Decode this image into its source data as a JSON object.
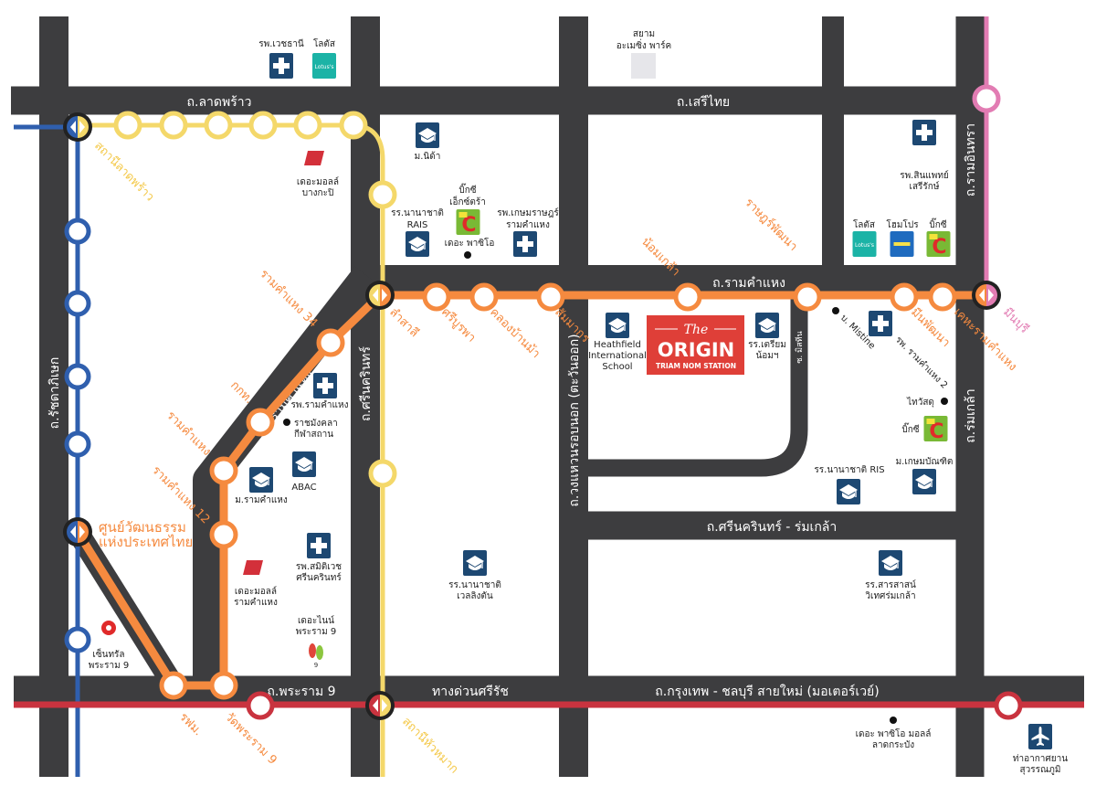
{
  "colors": {
    "road": "#3d3d3f",
    "blue_line": "#2f5fae",
    "yellow_line": "#f4d86a",
    "orange_line": "#f58a3f",
    "pink_line": "#e27cb3",
    "red_line": "#c9333f",
    "icon": "#1d4872",
    "origin": "#df3f38"
  },
  "roads": {
    "ladprao": "ถ.ลาดพร้าว",
    "serithai": "ถ.เสรีไทย",
    "ramkhamhaeng": "ถ.รามคำแหง",
    "ramkhamhaeng_diag": "ถ.รามคำแหง",
    "srinakarin_romklao": "ถ.ศรีนครินทร์ - ร่มเกล้า",
    "motorway": "ถ.กรุงเทพ - ชลบุรี สายใหม่ (มอเตอร์เวย์)",
    "sirat": "ทางด่วนศรีรัช",
    "rama9": "ถ.พระราม 9",
    "ratchadaphisek": "ถ.รัชดาภิเษก",
    "srinakarin": "ถ.ศรีนครินทร์",
    "outer_ring": "ถ.วงแหวนรอบนอก (ตะวันออก)",
    "ramintra": "ถ.รามอินทรา",
    "romklao": "ถ.ร่มเกล้า",
    "soi_mistine": "ซ. มิสทีน"
  },
  "stations": {
    "ladprao": "สถานีลาดพร้าว",
    "lamsali": "ลำสาลี",
    "sriburapha": "ศรีบูรพา",
    "khlongbanma": "คลองบ้านม้า",
    "sammakorn": "สัมมากร",
    "nomklao": "น้อมเกล้า",
    "ratpattana": "ราษฎร์พัฒนา",
    "minpattana": "มีนพัฒนา",
    "kheha": "เคหะรามคำแหง",
    "minburi": "มีนบุรี",
    "rk34": "รามคำแหง 34",
    "kkt": "กกท.",
    "rk": "รามคำแหง",
    "rk12": "รามคำแหง 12",
    "culture1": "ศูนย์วัฒนธรรม",
    "culture2": "แห่งประเทศไทย",
    "mrta": "รฟม.",
    "watrama9": "วัดพระราม 9",
    "huamak": "สถานีหัวหมาก"
  },
  "pois": {
    "vejthani": "รพ.เวชธานี",
    "lotus1": "โลตัส",
    "siam1": "สยาม",
    "siam2": "อะเมซิ่ง พาร์ค",
    "mall_bk1": "เดอะมอลล์",
    "mall_bk2": "บางกะปิ",
    "nida": "ม.นิด้า",
    "bigcx1": "บิ๊กซี",
    "bigcx2": "เอ็กซ์ตร้า",
    "paseo": "เดอะ พาซิโอ",
    "rais1": "รร.นานาชาติ",
    "rais2": "RAIS",
    "kasemrad1": "รพ.เกษมราษฎร์",
    "kasemrad2": "รามคำแหง",
    "synphaet1": "รพ.สินแพทย์",
    "synphaet2": "เสรีรักษ์",
    "lotus2": "โลตัส",
    "homepro": "โฮมโปร",
    "bigc2": "บิ๊กซี",
    "heath1": "Heathfield",
    "heath2": "International",
    "heath3": "School",
    "origin_the": "The",
    "origin_name": "ORIGIN",
    "origin_sub": "TRIAM NOM STATION",
    "triam1": "รร.เตรียม",
    "triam2": "น้อมฯ",
    "mistine": "บ. Mistine",
    "rk2hosp": "รพ. รามคำแหง 2",
    "thaiwatsadu": "ไทวัสดุ",
    "bigc3": "บิ๊กซี",
    "kasembundit": "ม.เกษมบัณฑิต",
    "ris": "รร.นานาชาติ RIS",
    "sarasas1": "รร.สารสาสน์",
    "sarasas2": "วิเทศร่มเกล้า",
    "wellington1": "รร.นานาชาติ",
    "wellington2": "เวลลิงตัน",
    "paseo_lk1": "เดอะ พาซิโอ มอลล์",
    "paseo_lk2": "ลาดกระบัง",
    "airport1": "ท่าอากาศยาน",
    "airport2": "สุวรรณภูมิ",
    "rk_hosp": "รพ.รามคำแหง",
    "rajamangala1": "ราชมังคลา",
    "rajamangala2": "กีฬาสถาน",
    "abac": "ABAC",
    "ru": "ม.รามคำแหง",
    "samitivej1": "รพ.สมิติเวช",
    "samitivej2": "ศรีนครินทร์",
    "mall_rk1": "เดอะมอลล์",
    "mall_rk2": "รามคำแหง",
    "nine1": "เดอะไนน์",
    "nine2": "พระราม 9",
    "central1": "เซ็นทรัล",
    "central2": "พระราม 9",
    "lotus_logo": "Lotus's",
    "bigc_logo": "C"
  }
}
